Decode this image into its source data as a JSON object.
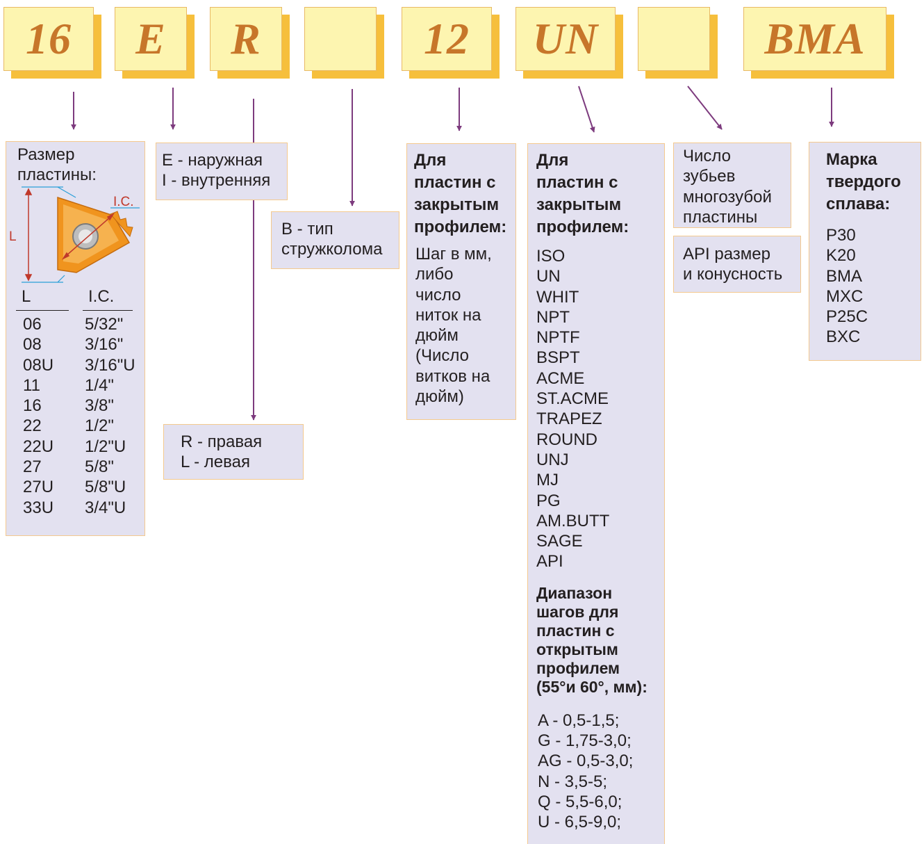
{
  "code": [
    "16",
    "E",
    "R",
    "",
    "12",
    "UN",
    "",
    "BMA"
  ],
  "size": {
    "title": [
      "Размер",
      "пластины:"
    ],
    "diagram_L": "L",
    "diagram_ic": "I.C.",
    "col_L": "L",
    "col_ic": "I.C.",
    "rows": [
      {
        "l": "06",
        "ic": "5/32\""
      },
      {
        "l": "08",
        "ic": "3/16\""
      },
      {
        "l": "08U",
        "ic": "3/16\"U"
      },
      {
        "l": "11",
        "ic": "1/4\""
      },
      {
        "l": "16",
        "ic": "3/8\""
      },
      {
        "l": "22",
        "ic": "1/2\""
      },
      {
        "l": "22U",
        "ic": "1/2\"U"
      },
      {
        "l": "27",
        "ic": "5/8\""
      },
      {
        "l": "27U",
        "ic": "5/8\"U"
      },
      {
        "l": "33U",
        "ic": "3/4\"U"
      }
    ]
  },
  "ext_int": [
    "E - наружная",
    "I - внутренняя"
  ],
  "hand": [
    "R - правая",
    "L - левая"
  ],
  "chipbreaker": [
    "B - тип",
    "стружколома"
  ],
  "pitch": {
    "title": [
      "Для",
      "пластин с",
      "закрытым",
      "профилем:"
    ],
    "text": [
      "Шаг в мм,",
      "либо",
      "число",
      "ниток на",
      "дюйм",
      "(Число",
      "витков на",
      "дюйм)"
    ]
  },
  "profile": {
    "title": [
      "Для",
      "пластин с",
      "закрытым",
      "профилем:"
    ],
    "items": [
      "ISO",
      "UN",
      "WHIT",
      "NPT",
      "NPTF",
      "BSPT",
      "ACME",
      "ST.ACME",
      "TRAPEZ",
      "ROUND",
      "UNJ",
      "MJ",
      "PG",
      "AM.BUTT",
      "SAGE",
      "API"
    ],
    "range_title": [
      "Диапазон",
      "шагов для",
      "пластин с",
      "открытым",
      "профилем",
      "(55°и 60°, мм):"
    ],
    "ranges": [
      "A - 0,5-1,5;",
      "G - 1,75-3,0;",
      "AG - 0,5-3,0;",
      "N - 3,5-5;",
      "Q - 5,5-6,0;",
      "U - 6,5-9,0;"
    ]
  },
  "teeth": [
    "Число",
    "зубьев",
    "многозубой",
    "пластины"
  ],
  "api": [
    "API размер",
    "и конусность"
  ],
  "grade": {
    "title": [
      "Марка",
      "твердого",
      "сплава:"
    ],
    "items": [
      "P30",
      "K20",
      "BMA",
      "MXC",
      "P25C",
      "BXC"
    ]
  },
  "colors": {
    "code_fill": "#fdf5b0",
    "code_shadow": "#f6bf3c",
    "code_text": "#c7762a",
    "panel_fill": "#e3e1f0",
    "panel_border": "#f4c98e",
    "arrow": "#7d3b7e",
    "insert": "#f0941e"
  }
}
